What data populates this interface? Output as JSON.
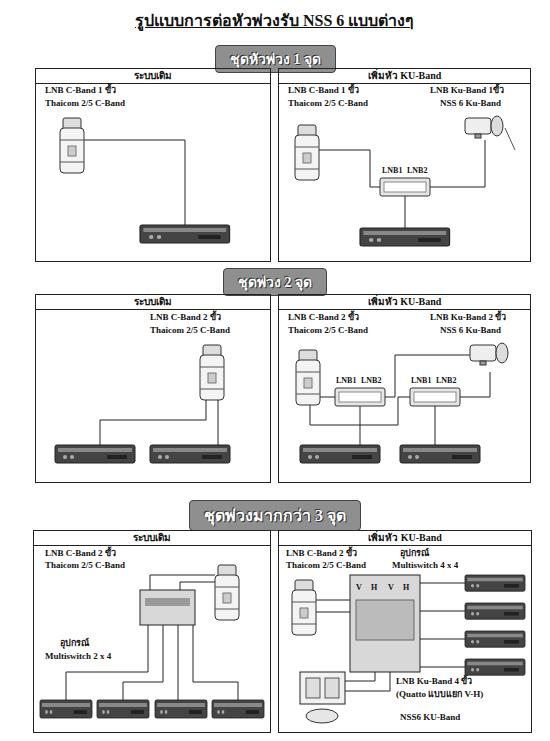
{
  "diagram": {
    "title": "รูปแบบการต่อหัวพ่วงรับ NSS 6 แบบต่างๆ",
    "nodes": [
      {
        "text": [
          "ชุดหัวพ่วง 1 จุด"
        ]
      },
      {
        "text": [
          "ระบบเดิม"
        ]
      },
      {
        "text": [
          "เพิ่มหัว KU-Band"
        ]
      },
      {
        "text": [
          "ชุดพ่วง 2 จุด"
        ]
      },
      {
        "text": [
          "ระบบเดิม"
        ]
      },
      {
        "text": [
          "เพิ่มหัว KU-Band"
        ]
      },
      {
        "text": [
          "ชุดพ่วงมากกว่า 3 จุด"
        ]
      },
      {
        "text": [
          "ระบบเดิม"
        ]
      },
      {
        "text": [
          "เพิ่มหัว KU-Band"
        ]
      }
    ],
    "labels": [
      "LNB C-Band 1 ขั้ว",
      "Thaicom 2/5 C-Band",
      "LNB C-Band 1 ขั้ว",
      "Thaicom 2/5 C-Band",
      "LNB Ku-Band 1ขั้ว",
      "NSS 6 Ku-Band",
      "LNB1",
      "LNB2",
      "LNB C-Band 2 ขั้ว",
      "Thaicom 2/5 C-Band",
      "LNB C-Band 2 ขั้ว",
      "Thaicom 2/5 C-Band",
      "LNB Ku-Band 2 ขั้ว",
      "NSS 6 Ku-Band",
      "LNB1",
      "LNB2",
      "LNB1",
      "LNB2",
      "LNB C-Band 2 ขั้ว",
      "Thaicom 2/5 C-Band",
      "อุปกรณ์",
      "Multiswitch 2 x 4",
      "LNB C-Band 2 ขั้ว",
      "Thaicom 2/5 C-Band",
      "อุปกรณ์",
      "Multiswitch 4 x 4",
      "V",
      "H",
      "V",
      "H",
      "LNB Ku-Band 4 ขั้ว",
      "(Quatto แบบแยก V-H)",
      "NSS6 KU-Band"
    ]
  }
}
